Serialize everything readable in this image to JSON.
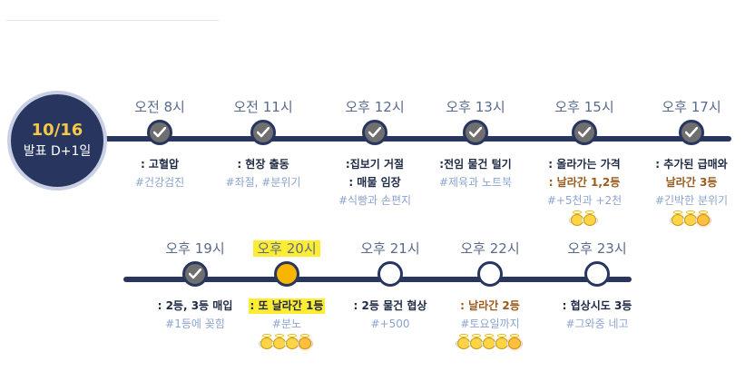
{
  "badge": {
    "day": "10/16",
    "sub": "발표 D+1일"
  },
  "row1": [
    {
      "time": "오전 8시",
      "state": "done",
      "lines": [
        {
          "text": ": 고혈압",
          "style": "dark"
        },
        {
          "text": "#건강검진",
          "style": "tag"
        }
      ],
      "angels": 0
    },
    {
      "time": "오전 11시",
      "state": "done",
      "lines": [
        {
          "text": ": 현장 출동",
          "style": "dark"
        },
        {
          "text": "#좌절, #분위기",
          "style": "tag"
        }
      ],
      "angels": 0
    },
    {
      "time": "오후 12시",
      "state": "done",
      "lines": [
        {
          "text": ":집보기 거절",
          "style": "dark"
        },
        {
          "text": ": 매물 임장",
          "style": "dark"
        },
        {
          "text": "#식빵과 손편지",
          "style": "tag"
        }
      ],
      "angels": 0
    },
    {
      "time": "오후 13시",
      "state": "done",
      "lines": [
        {
          "text": ":전임 물건 털기",
          "style": "dark"
        },
        {
          "text": "#제육과 노트북",
          "style": "tag"
        }
      ],
      "angels": 0
    },
    {
      "time": "오후 15시",
      "state": "done",
      "lines": [
        {
          "text": ": 올라가는 가격",
          "style": "dark"
        },
        {
          "text": ": 날라간 1,2등",
          "style": "brown"
        },
        {
          "text": "#+5천과 +2천",
          "style": "tag"
        }
      ],
      "angels": 2
    },
    {
      "time": "오후 17시",
      "state": "done",
      "lines": [
        {
          "text": ": 추가된 급매와",
          "style": "dark"
        },
        {
          "text": "날라간 3등",
          "style": "brown"
        },
        {
          "text": "#긴박한 분위기",
          "style": "tag"
        }
      ],
      "angels": 3
    }
  ],
  "row2": [
    {
      "time": "오후 19시",
      "state": "done",
      "lines": [
        {
          "text": ": 2등, 3등 매입",
          "style": "dark"
        },
        {
          "text": "#1등에 꽂힘",
          "style": "tag"
        }
      ],
      "angels": 0
    },
    {
      "time": "오후 20시",
      "state": "current",
      "highlight": true,
      "lines": [
        {
          "text": ": 또 날라간 1등",
          "style": "dark hl"
        },
        {
          "text": "#분노",
          "style": "tag"
        }
      ],
      "angels": 4
    },
    {
      "time": "오후 21시",
      "state": "future",
      "lines": [
        {
          "text": ": 2등 물건 협상",
          "style": "dark"
        },
        {
          "text": "#+500",
          "style": "tag"
        }
      ],
      "angels": 0
    },
    {
      "time": "오후 22시",
      "state": "future",
      "lines": [
        {
          "text": ": 날라간 2등",
          "style": "brown"
        },
        {
          "text": "#토요일까지",
          "style": "tag"
        }
      ],
      "angels": 5
    },
    {
      "time": "오후 23시",
      "state": "future",
      "lines": [
        {
          "text": ": 협상시도 3등",
          "style": "dark"
        },
        {
          "text": "#그와중 네고",
          "style": "tag"
        }
      ],
      "angels": 0
    }
  ],
  "colors": {
    "track": "#28365f",
    "highlight": "#ffec33",
    "current": "#f7b500",
    "tag": "#8ba4cf",
    "brown": "#9a5a1c"
  },
  "icons": {
    "done": "check-circle-icon",
    "angel": "angel-emoji-icon"
  }
}
